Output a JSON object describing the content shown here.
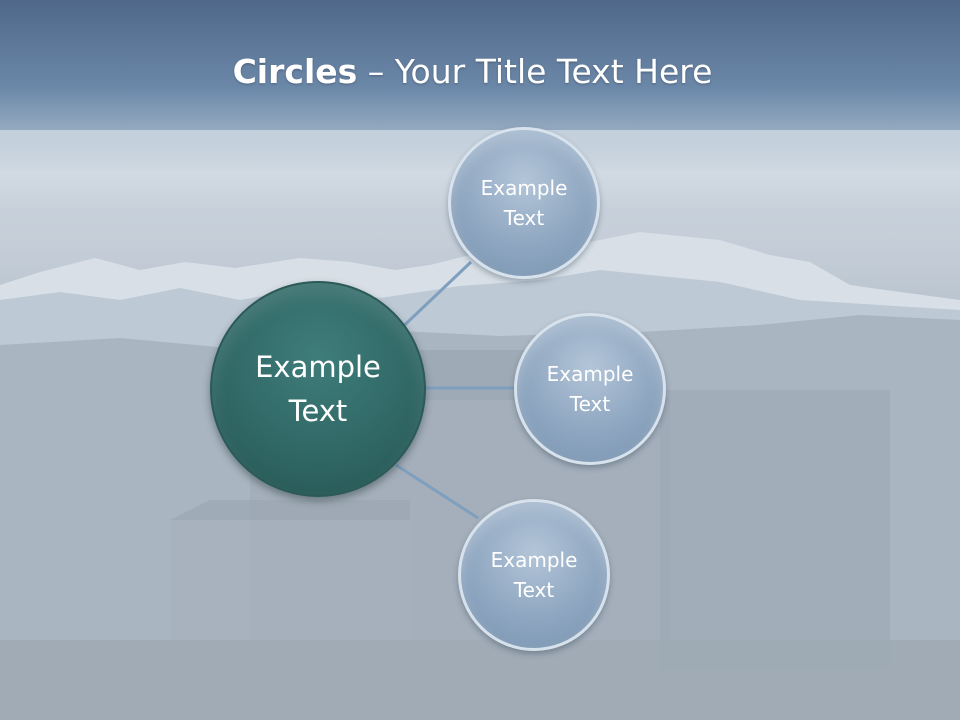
{
  "title": {
    "bold": "Circles",
    "rest": " – Your Title Text Here"
  },
  "diagram": {
    "center": {
      "label": "Example\nText"
    },
    "satellites": [
      {
        "label": "Example\nText"
      },
      {
        "label": "Example\nText"
      },
      {
        "label": "Example\nText"
      }
    ]
  },
  "colors": {
    "center_fill": "#2f6664",
    "satellite_fill": "#8ea6c0",
    "connector": "#7f9fbf",
    "title_text": "#ffffff"
  }
}
